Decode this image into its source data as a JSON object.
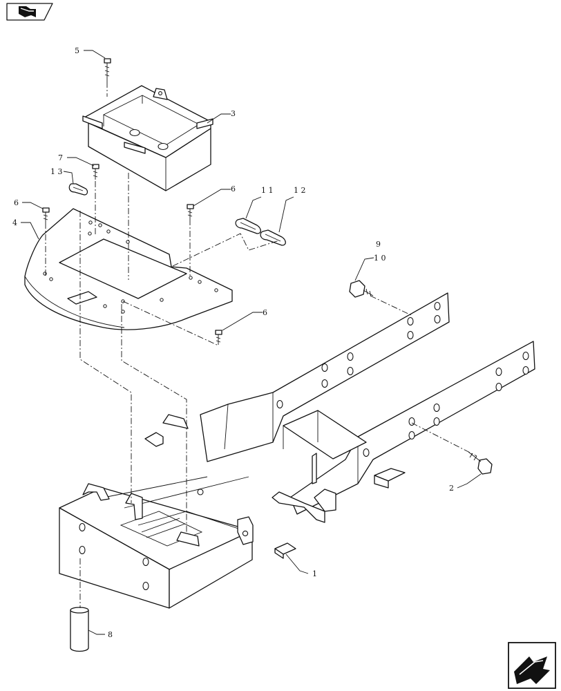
{
  "callouts": {
    "c1": "1",
    "c2": "2",
    "c3": "3",
    "c4": "4",
    "c5": "5",
    "c6a": "6",
    "c6b": "6",
    "c6c": "6",
    "c7": "7",
    "c8": "8",
    "c9": "9",
    "c10": "1 0",
    "c11": "1 1",
    "c12": "1 2",
    "c13": "1 3"
  },
  "icons": {
    "top_left": "book-return-icon",
    "bottom_right": "navigate-arrow-icon"
  }
}
